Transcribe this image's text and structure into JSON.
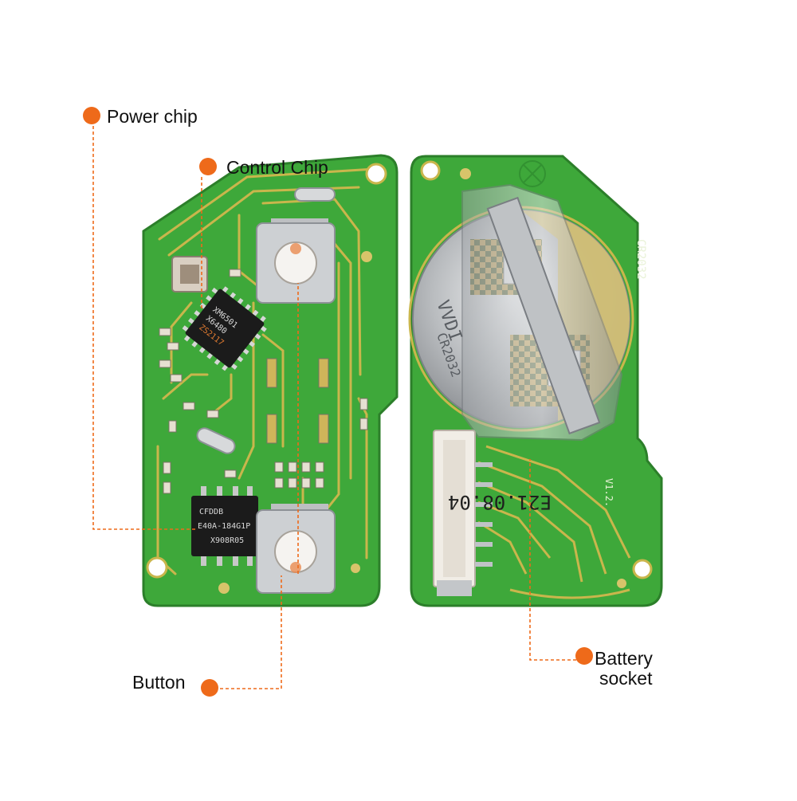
{
  "colors": {
    "accent_orange": "#EE6A1A",
    "pcb_green": "#3EA83A",
    "pcb_green_dark": "#2E8A2E",
    "trace_gold": "#C9B64C",
    "silkscreen": "#E9F2D8",
    "chip_black": "#1B1B1B",
    "metal": "#C9CCCF"
  },
  "callouts": {
    "power_chip": "Power chip",
    "control_chip": "Control Chip",
    "button": "Button",
    "battery_socket_line1": "Battery",
    "battery_socket_line2": "socket"
  },
  "chip_markings": {
    "control_chip": [
      "XM6501",
      "X6480",
      "ZS2117"
    ],
    "power_chip": [
      "CFDDB",
      "E40A-184G1P",
      "X908R05"
    ]
  },
  "board_markings": {
    "battery_clip": [
      "VVDI",
      "CR2032"
    ],
    "board_model_fragment": "V1.2.",
    "date_code": "E21.08.04",
    "battery_ring_text": "CR2032"
  }
}
